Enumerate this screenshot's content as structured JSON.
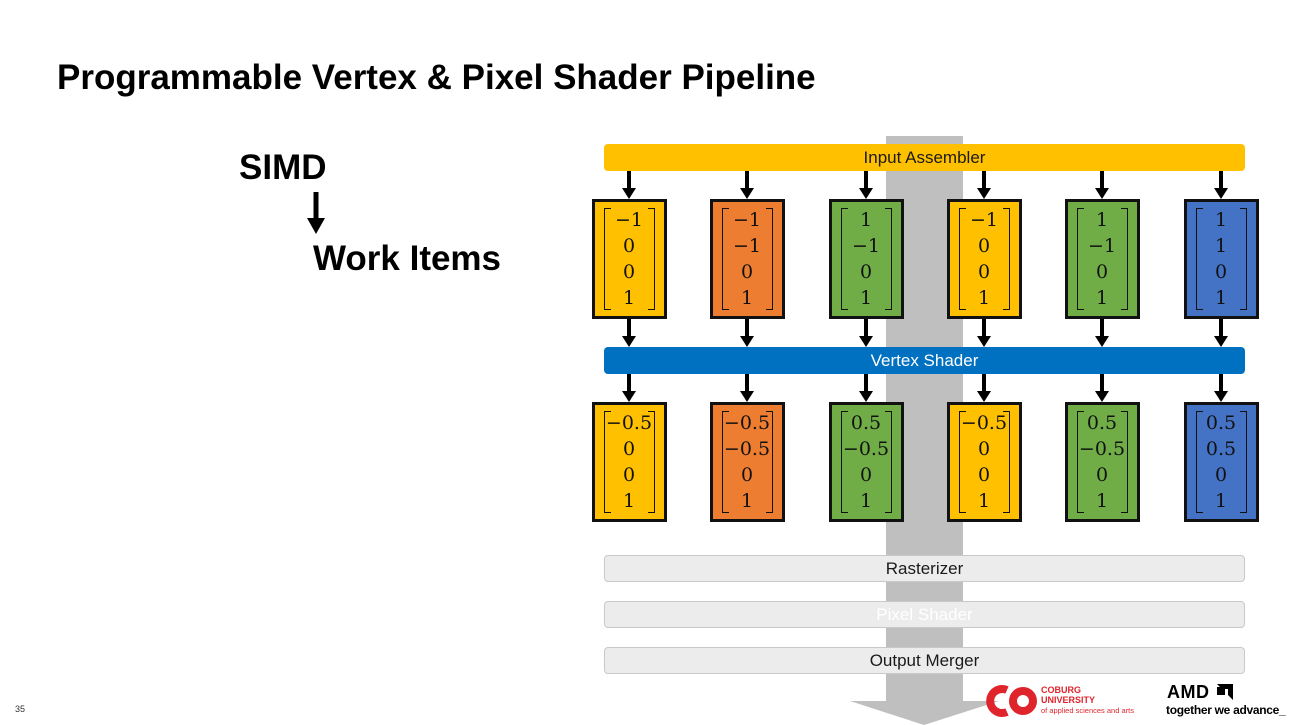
{
  "slide": {
    "title": "Programmable Vertex & Pixel Shader Pipeline",
    "simd_label": "SIMD",
    "work_items_label": "Work Items",
    "slide_number": "35"
  },
  "pipeline": {
    "stages": {
      "input_assembler": "Input Assembler",
      "vertex_shader": "Vertex Shader",
      "rasterizer": "Rasterizer",
      "pixel_shader": "Pixel Shader",
      "output_merger": "Output Merger"
    },
    "work_items": [
      {
        "color": "#ffc000",
        "input": [
          "−1",
          "0",
          "0",
          "1"
        ],
        "output": [
          "−0.5",
          "0",
          "0",
          "1"
        ]
      },
      {
        "color": "#ed7d31",
        "input": [
          "−1",
          "−1",
          "0",
          "1"
        ],
        "output": [
          "−0.5",
          "−0.5",
          "0",
          "1"
        ]
      },
      {
        "color": "#70ad47",
        "input": [
          "1",
          "−1",
          "0",
          "1"
        ],
        "output": [
          "0.5",
          "−0.5",
          "0",
          "1"
        ]
      },
      {
        "color": "#ffc000",
        "input": [
          "−1",
          "0",
          "0",
          "1"
        ],
        "output": [
          "−0.5",
          "0",
          "0",
          "1"
        ]
      },
      {
        "color": "#70ad47",
        "input": [
          "1",
          "−1",
          "0",
          "1"
        ],
        "output": [
          "0.5",
          "−0.5",
          "0",
          "1"
        ]
      },
      {
        "color": "#4472c4",
        "input": [
          "1",
          "1",
          "0",
          "1"
        ],
        "output": [
          "0.5",
          "0.5",
          "0",
          "1"
        ]
      }
    ]
  },
  "logos": {
    "coburg_line1": "COBURG",
    "coburg_line2": "UNIVERSITY",
    "coburg_line3": "of applied sciences and arts",
    "amd": "AMD",
    "amd_tagline": "together we advance_"
  }
}
